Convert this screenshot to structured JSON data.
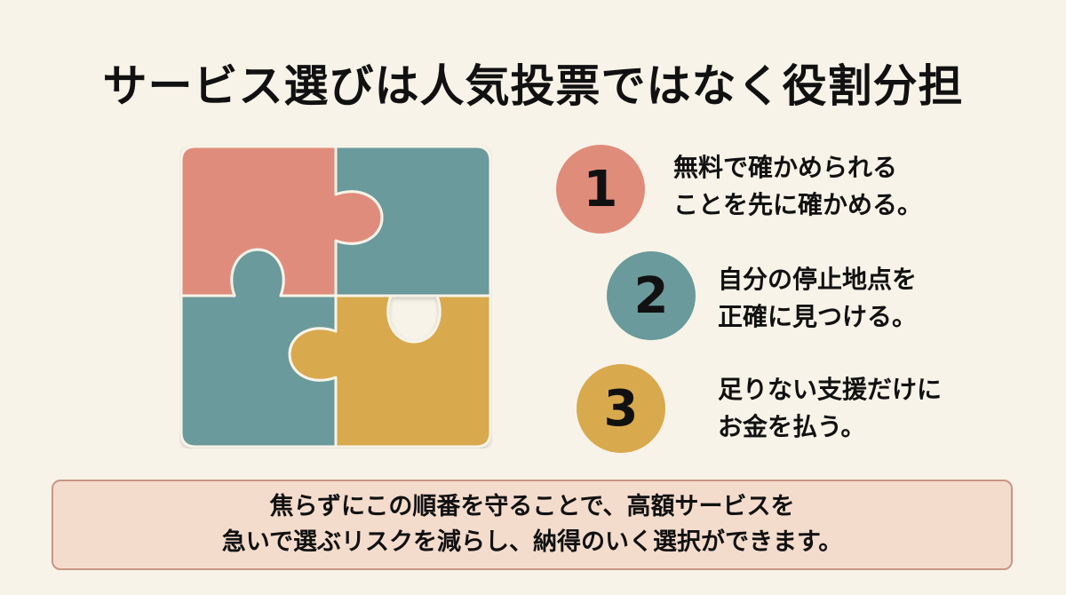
{
  "title": "サービス選びは人気投票ではなく役割分担",
  "colors": {
    "background": "#f8f3e8",
    "coral": "#e08c7b",
    "teal": "#6a9a9b",
    "mustard": "#d8a94d",
    "summary_bg": "#f4dccd",
    "summary_border": "#c99585"
  },
  "steps": [
    {
      "number": "1",
      "color": "#e08c7b",
      "lines": [
        "無料で確かめられる",
        "ことを先に確かめる。"
      ]
    },
    {
      "number": "2",
      "color": "#6a9a9b",
      "lines": [
        "自分の停止地点を",
        "正確に見つける。"
      ]
    },
    {
      "number": "3",
      "color": "#d8a94d",
      "lines": [
        "足りない支援だけに",
        "お金を払う。"
      ]
    }
  ],
  "summary": {
    "line1": "焦らずにこの順番を守ることで、高額サービスを",
    "line2": "急いで選ぶリスクを減らし、納得のいく選択ができます。"
  }
}
